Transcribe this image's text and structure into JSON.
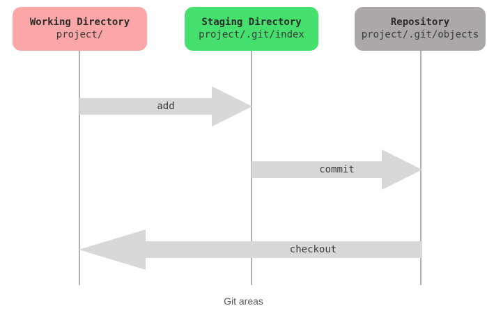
{
  "caption": "Git areas",
  "colors": {
    "working_directory": "#fba7a7",
    "staging_directory": "#46e06e",
    "repository": "#aca8a8",
    "arrow_fill": "#d8d8d8",
    "lifeline": "#b0b0b0",
    "background": "#ffffff",
    "caption_text": "#555a60"
  },
  "nodes": [
    {
      "id": "working-directory",
      "title": "Working Directory",
      "path": "project/",
      "color": "#fba7a7"
    },
    {
      "id": "staging-directory",
      "title": "Staging Directory",
      "path": "project/.git/index",
      "color": "#46e06e"
    },
    {
      "id": "repository",
      "title": "Repository",
      "path": "project/.git/objects",
      "color": "#aca8a8"
    }
  ],
  "arrows": [
    {
      "id": "add",
      "label": "add",
      "from": "working-directory",
      "to": "staging-directory",
      "direction": "right"
    },
    {
      "id": "commit",
      "label": "commit",
      "from": "staging-directory",
      "to": "repository",
      "direction": "right"
    },
    {
      "id": "checkout",
      "label": "checkout",
      "from": "repository",
      "to": "working-directory",
      "direction": "left"
    }
  ]
}
